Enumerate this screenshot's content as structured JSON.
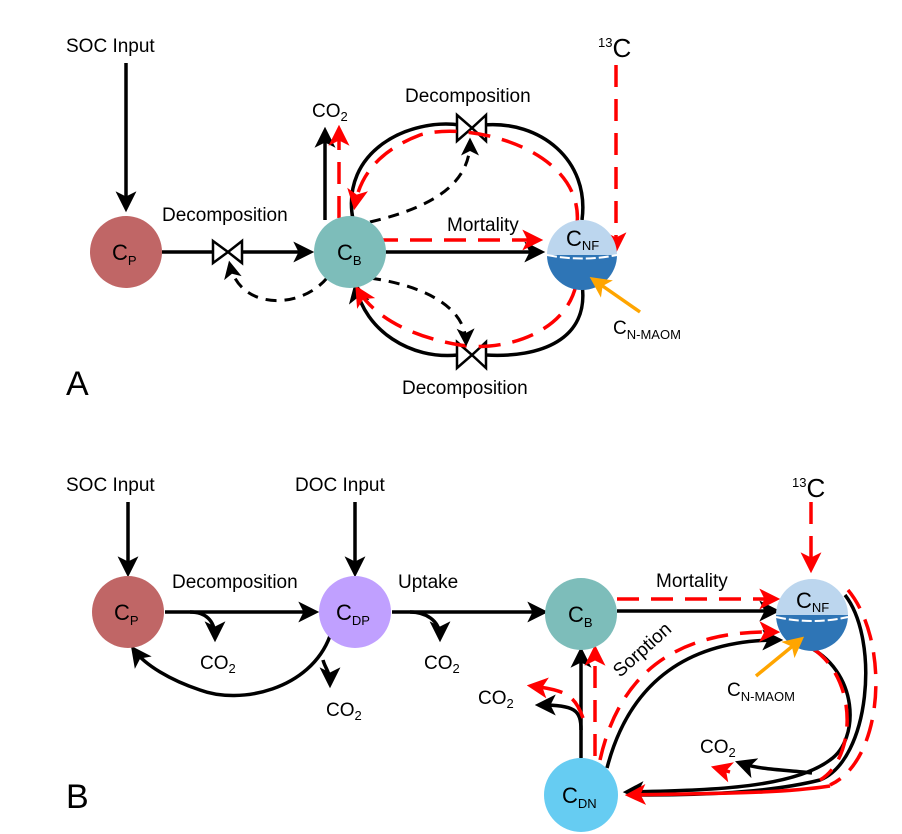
{
  "panels": [
    {
      "id": "A",
      "label": "A",
      "inputs": {
        "soc": "SOC Input",
        "isotope_sup": "13",
        "isotope": "C"
      },
      "nodes": {
        "cp": {
          "main": "C",
          "sub": "P",
          "color": "#c06666"
        },
        "cb": {
          "main": "C",
          "sub": "B",
          "color": "#7dbdba"
        },
        "cnf": {
          "main": "C",
          "sub": "NF",
          "color_top": "#bcd6ee",
          "color_bottom": "#2e75b6"
        },
        "cnmaom": {
          "main": "C",
          "sub": "N-MAOM"
        }
      },
      "co2": {
        "main": "CO",
        "sub": "2"
      },
      "flows": {
        "decomp_left": "Decomposition",
        "decomp_top": "Decomposition",
        "decomp_bottom": "Decomposition",
        "mortality": "Mortality"
      }
    },
    {
      "id": "B",
      "label": "B",
      "inputs": {
        "soc": "SOC Input",
        "doc": "DOC Input",
        "isotope_sup": "13",
        "isotope": "C"
      },
      "nodes": {
        "cp": {
          "main": "C",
          "sub": "P",
          "color": "#c06666"
        },
        "cdp": {
          "main": "C",
          "sub": "DP",
          "color": "#c0a0ff"
        },
        "cb": {
          "main": "C",
          "sub": "B",
          "color": "#7dbdba"
        },
        "cnf": {
          "main": "C",
          "sub": "NF",
          "color_top": "#bcd6ee",
          "color_bottom": "#2e75b6"
        },
        "cdn": {
          "main": "C",
          "sub": "DN",
          "color": "#66ccf2"
        },
        "cnmaom": {
          "main": "C",
          "sub": "N-MAOM"
        }
      },
      "co2": {
        "main": "CO",
        "sub": "2"
      },
      "flows": {
        "decomposition": "Decomposition",
        "uptake": "Uptake",
        "mortality": "Mortality",
        "sorption": "Sorption"
      }
    }
  ],
  "legend_colors": {
    "flow": "#000000",
    "tracer": "#ff0000",
    "mineral_input": "#ffa500"
  }
}
